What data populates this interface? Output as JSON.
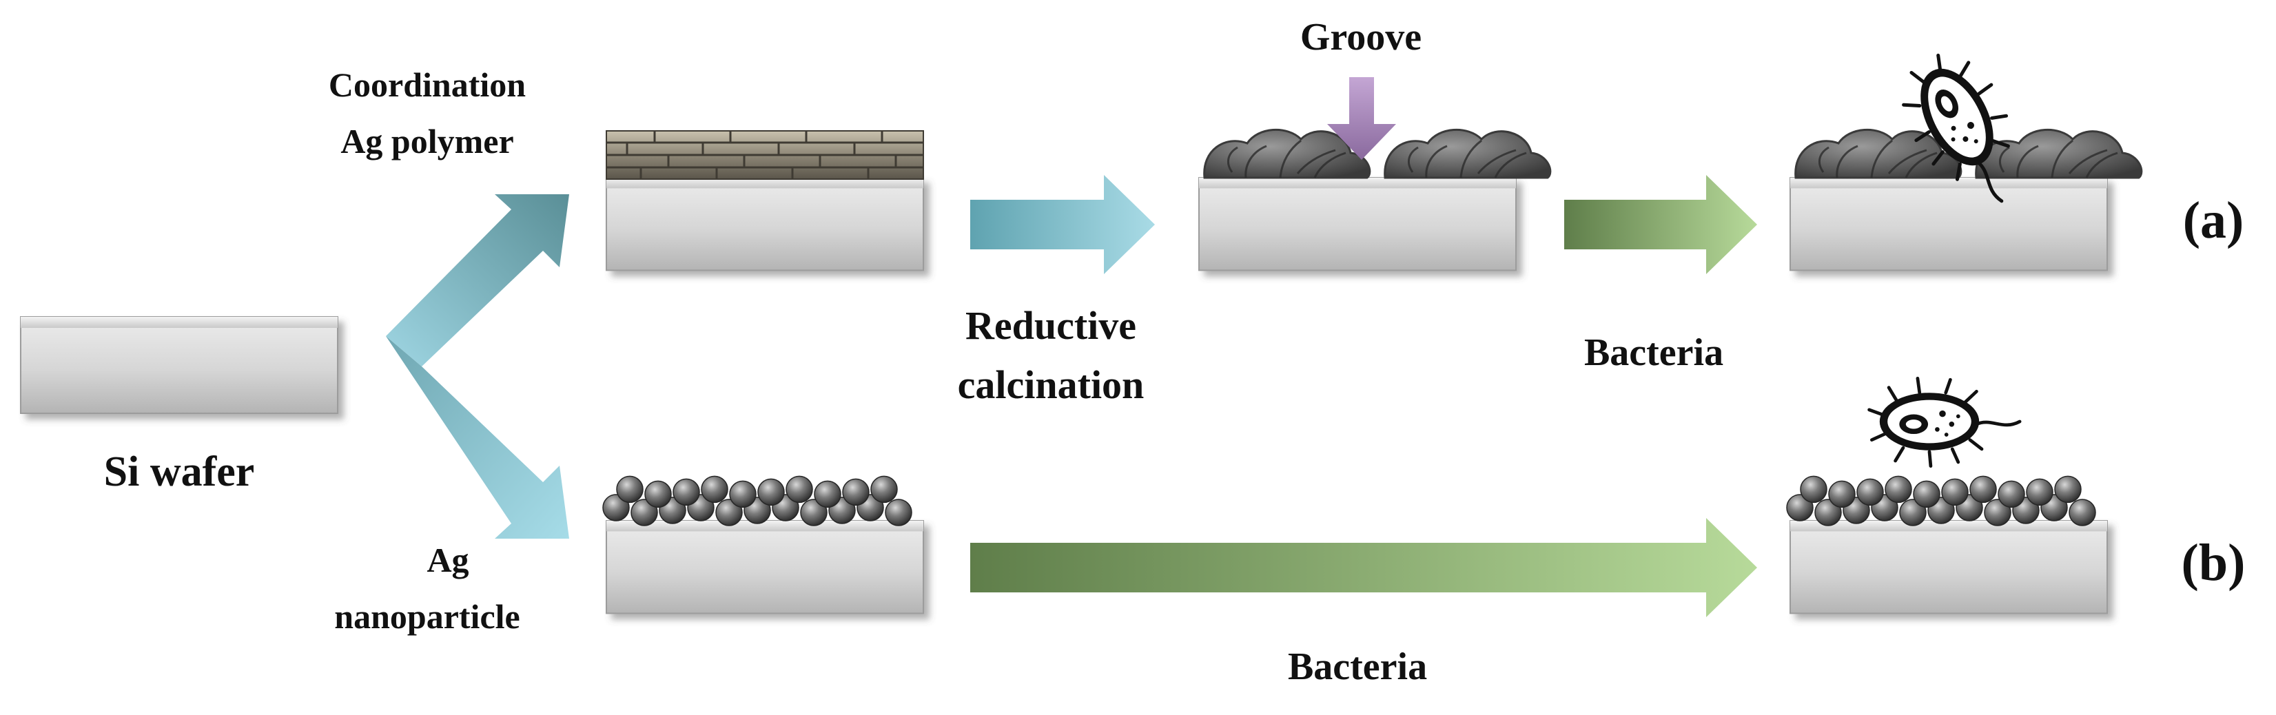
{
  "labels": {
    "si_wafer": "Si wafer",
    "coordination_line1": "Coordination",
    "coordination_line2": "Ag polymer",
    "ag_line1": "Ag",
    "ag_line2": "nanoparticle",
    "reductive_line1": "Reductive",
    "reductive_line2": "calcination",
    "groove": "Groove",
    "bacteria_top": "Bacteria",
    "bacteria_bottom": "Bacteria",
    "panel_a": "(a)",
    "panel_b": "(b)"
  }
}
